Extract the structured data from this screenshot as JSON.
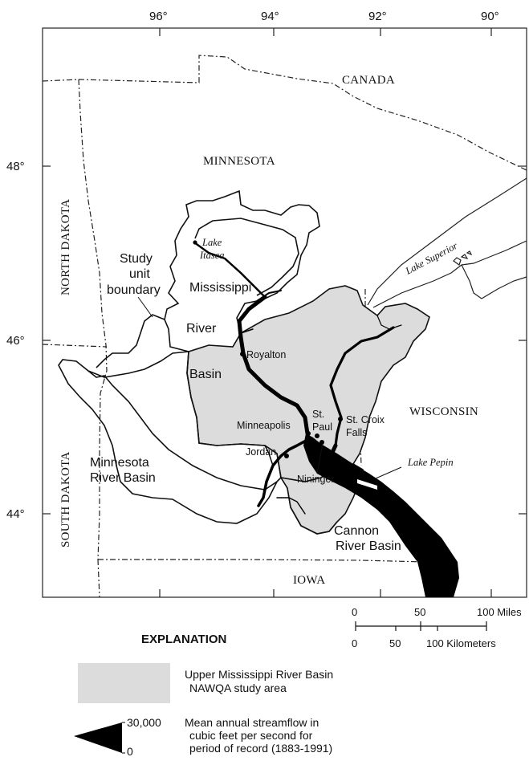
{
  "map": {
    "longitude_labels": [
      "96°",
      "94°",
      "92°",
      "90°"
    ],
    "latitude_labels": [
      "48°",
      "46°",
      "44°"
    ],
    "regions": {
      "canada": "CANADA",
      "minnesota": "MINNESOTA",
      "north_dakota": "NORTH DAKOTA",
      "south_dakota": "SOUTH DAKOTA",
      "wisconsin": "WISCONSIN",
      "iowa": "IOWA"
    },
    "water": {
      "lake_itasca_1": "Lake",
      "lake_itasca_2": "Itasca",
      "lake_superior": "Lake Superior",
      "lake_pepin": "Lake Pepin"
    },
    "basin_labels": {
      "study_unit_1": "Study",
      "study_unit_2": "unit",
      "study_unit_3": "boundary",
      "mississippi_1": "Mississippi",
      "mississippi_2": "River",
      "mississippi_3": "Basin",
      "minnesota_1": "Minnesota",
      "minnesota_2": "River Basin",
      "cannon_1": "Cannon",
      "cannon_2": "River Basin"
    },
    "cities": {
      "royalton": "Royalton",
      "st_paul_1": "St.",
      "st_paul_2": "Paul",
      "minneapolis": "Minneapolis",
      "st_croix_1": "St. Croix",
      "st_croix_2": "Falls",
      "jordan": "Jordan",
      "nininger": "Nininger"
    }
  },
  "scale_bar": {
    "miles_ticks": [
      "0",
      "50",
      "100 Miles"
    ],
    "km_ticks": [
      "0",
      "50",
      "100 Kilometers"
    ]
  },
  "explanation": {
    "heading": "EXPLANATION",
    "study_area_1": "Upper Mississippi River Basin",
    "study_area_2": "NAWQA study area",
    "flow_max": "30,000",
    "flow_min": "0",
    "streamflow_1": "Mean annual streamflow in",
    "streamflow_2": "cubic feet per second for",
    "streamflow_3": "period of record (1883-1991)"
  },
  "colors": {
    "study_area_fill": "#dcdcdc",
    "river": "#000000",
    "background": "#ffffff"
  }
}
